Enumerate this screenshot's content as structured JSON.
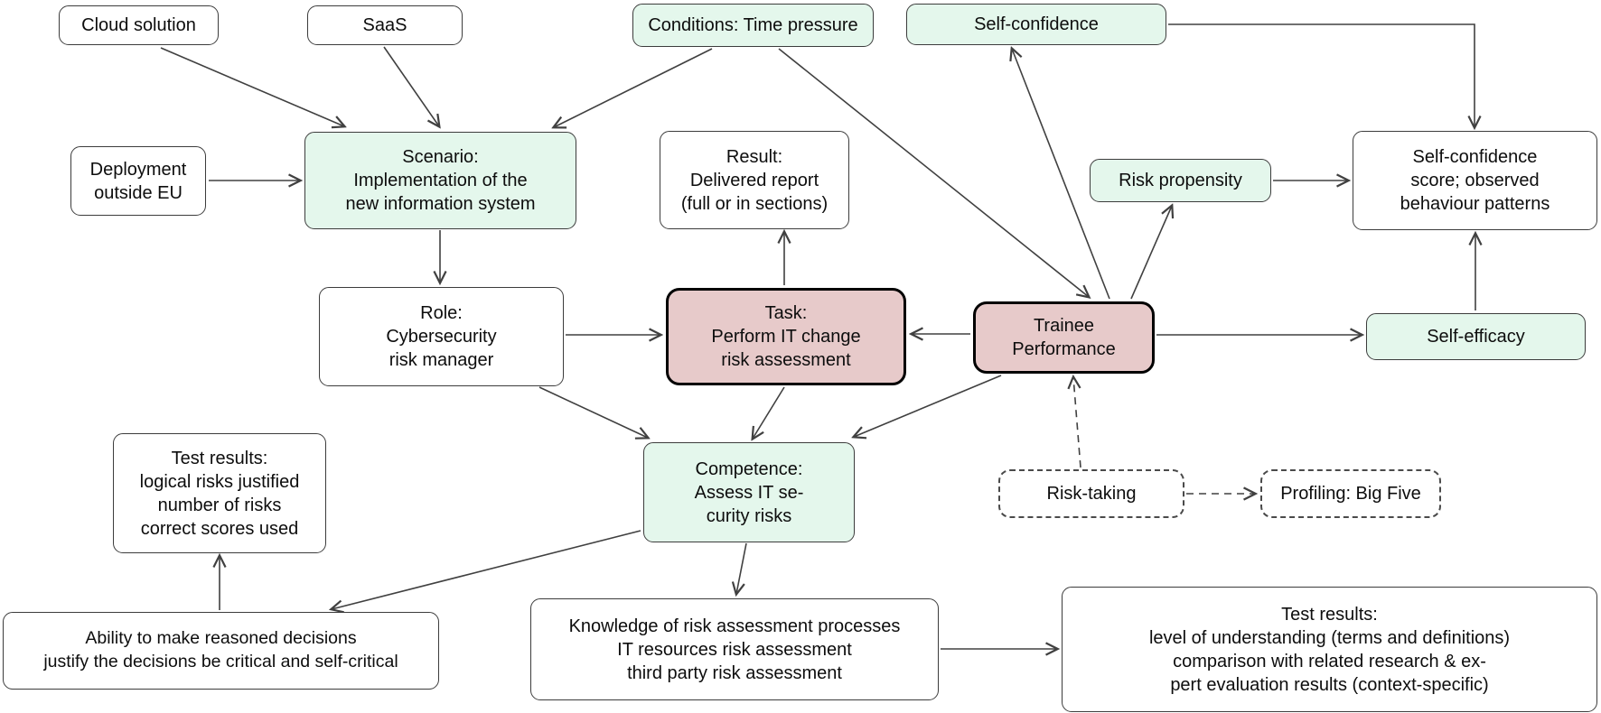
{
  "diagram": {
    "colors": {
      "green_fill": "#e4f7ec",
      "pink_fill": "#e7caca",
      "box_border": "#3c3c3c",
      "accent_border": "#000000",
      "dashed_border": "#4a4a4a",
      "edge": "#404040"
    },
    "nodes": {
      "cloud_solution": {
        "label": "Cloud solution"
      },
      "saas": {
        "label": "SaaS"
      },
      "conditions": {
        "label": "Conditions: Time pressure"
      },
      "self_confidence": {
        "label": "Self-confidence"
      },
      "deployment": {
        "label": "Deployment\noutside EU"
      },
      "scenario": {
        "label": "Scenario:\nImplementation of the\nnew information system"
      },
      "result": {
        "label": "Result:\nDelivered report\n(full or in sections)"
      },
      "risk_propensity": {
        "label": "Risk propensity"
      },
      "sc_score": {
        "label": "Self-confidence\nscore; observed\nbehaviour patterns"
      },
      "role": {
        "label": "Role:\nCybersecurity\nrisk manager"
      },
      "task": {
        "label": "Task:\nPerform IT change\nrisk assessment"
      },
      "trainee": {
        "label": "Trainee\nPerformance"
      },
      "self_efficacy": {
        "label": "Self-efficacy"
      },
      "test_results_left": {
        "label": "Test results:\nlogical risks justified\nnumber of risks\ncorrect scores used"
      },
      "competence": {
        "label": "Competence:\nAssess IT se-\ncurity risks"
      },
      "risk_taking": {
        "label": "Risk-taking"
      },
      "profiling": {
        "label": "Profiling: Big Five"
      },
      "ability": {
        "label": "Ability to make reasoned decisions\njustify the decisions  be critical and self-critical"
      },
      "knowledge": {
        "label": "Knowledge of risk assessment processes\nIT resources risk assessment\nthird party risk assessment"
      },
      "test_results_right": {
        "label": "Test results:\nlevel of understanding (terms and definitions)\ncomparison with related research & ex-\npert evaluation results (context-specific)"
      }
    }
  }
}
